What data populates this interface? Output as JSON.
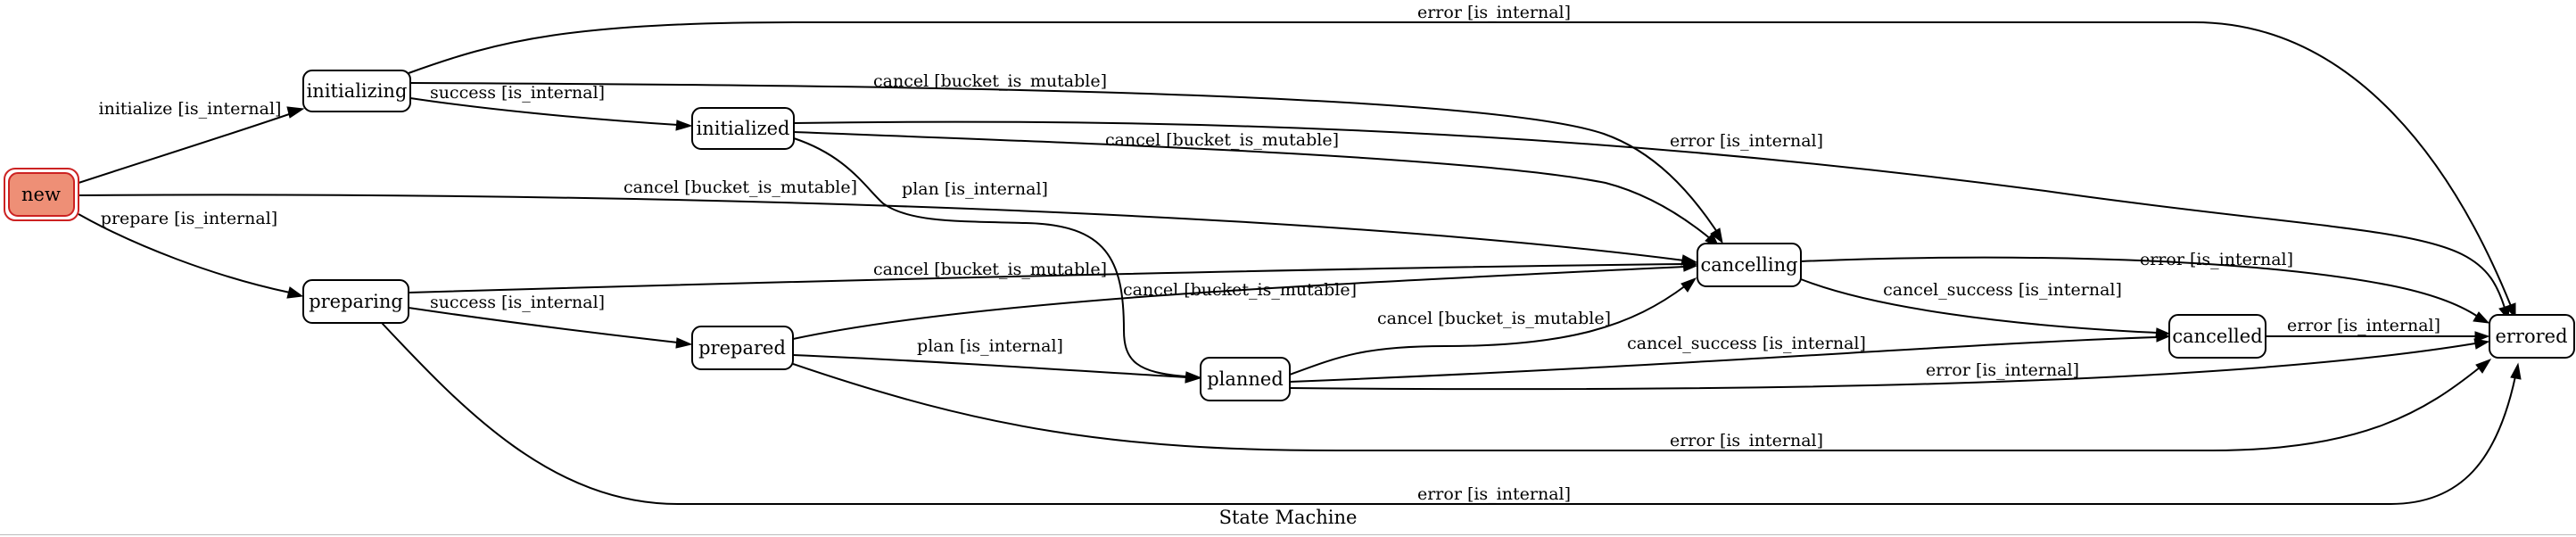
{
  "diagram": {
    "caption": "State Machine",
    "nodes": {
      "new": "new",
      "initializing": "initializing",
      "initialized": "initialized",
      "preparing": "preparing",
      "prepared": "prepared",
      "planned": "planned",
      "cancelling": "cancelling",
      "cancelled": "cancelled",
      "errored": "errored"
    },
    "edges": [
      {
        "from": "new",
        "to": "initializing",
        "label": "initialize [is_internal]"
      },
      {
        "from": "new",
        "to": "preparing",
        "label": "prepare [is_internal]"
      },
      {
        "from": "new",
        "to": "cancelling",
        "label": "cancel [bucket_is_mutable]"
      },
      {
        "from": "initializing",
        "to": "errored",
        "label": "error [is_internal]"
      },
      {
        "from": "initializing",
        "to": "cancelling",
        "label": "cancel [bucket_is_mutable]"
      },
      {
        "from": "initializing",
        "to": "initialized",
        "label": "success [is_internal]"
      },
      {
        "from": "initialized",
        "to": "errored",
        "label": "error [is_internal]"
      },
      {
        "from": "initialized",
        "to": "cancelling",
        "label": "cancel [bucket_is_mutable]"
      },
      {
        "from": "initialized",
        "to": "planned",
        "label": "plan [is_internal]"
      },
      {
        "from": "preparing",
        "to": "cancelling",
        "label": "cancel [bucket_is_mutable]"
      },
      {
        "from": "preparing",
        "to": "prepared",
        "label": "success [is_internal]"
      },
      {
        "from": "preparing",
        "to": "errored",
        "label": "error [is_internal]"
      },
      {
        "from": "prepared",
        "to": "cancelling",
        "label": "cancel [bucket_is_mutable]"
      },
      {
        "from": "prepared",
        "to": "planned",
        "label": "plan [is_internal]"
      },
      {
        "from": "prepared",
        "to": "errored",
        "label": "error [is_internal]"
      },
      {
        "from": "planned",
        "to": "cancelling",
        "label": "cancel [bucket_is_mutable]"
      },
      {
        "from": "planned",
        "to": "cancelled",
        "label": "cancel_success [is_internal]"
      },
      {
        "from": "planned",
        "to": "errored",
        "label": "error [is_internal]"
      },
      {
        "from": "cancelling",
        "to": "errored",
        "label": "error [is_internal]"
      },
      {
        "from": "cancelling",
        "to": "cancelled",
        "label": "cancel_success [is_internal]"
      },
      {
        "from": "cancelled",
        "to": "errored",
        "label": "error [is_internal]"
      }
    ],
    "colors": {
      "initial_fill": "#ee8f76",
      "initial_border": "#cc2222",
      "stroke": "#000000"
    }
  }
}
